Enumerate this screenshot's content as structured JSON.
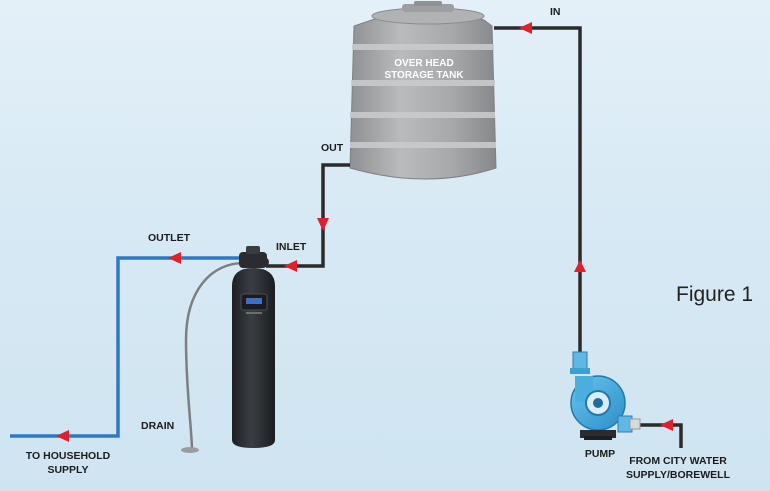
{
  "labels": {
    "in": "IN",
    "out": "OUT",
    "tank_line1": "OVER HEAD",
    "tank_line2": "STORAGE TANK",
    "outlet": "OUTLET",
    "inlet": "INLET",
    "drain": "DRAIN",
    "household_line1": "TO HOUSEHOLD",
    "household_line2": "SUPPLY",
    "pump": "PUMP",
    "source_line1": "FROM CITY WATER",
    "source_line2": "SUPPLY/BOREWELL",
    "figure": "Figure 1"
  },
  "colors": {
    "pipe_dark": "#2b2b2b",
    "pipe_blue": "#2f78c4",
    "arrow": "#e0202a",
    "tank": "#a9abad",
    "pump": "#3fa9dd",
    "softener": "#2c2f33"
  }
}
